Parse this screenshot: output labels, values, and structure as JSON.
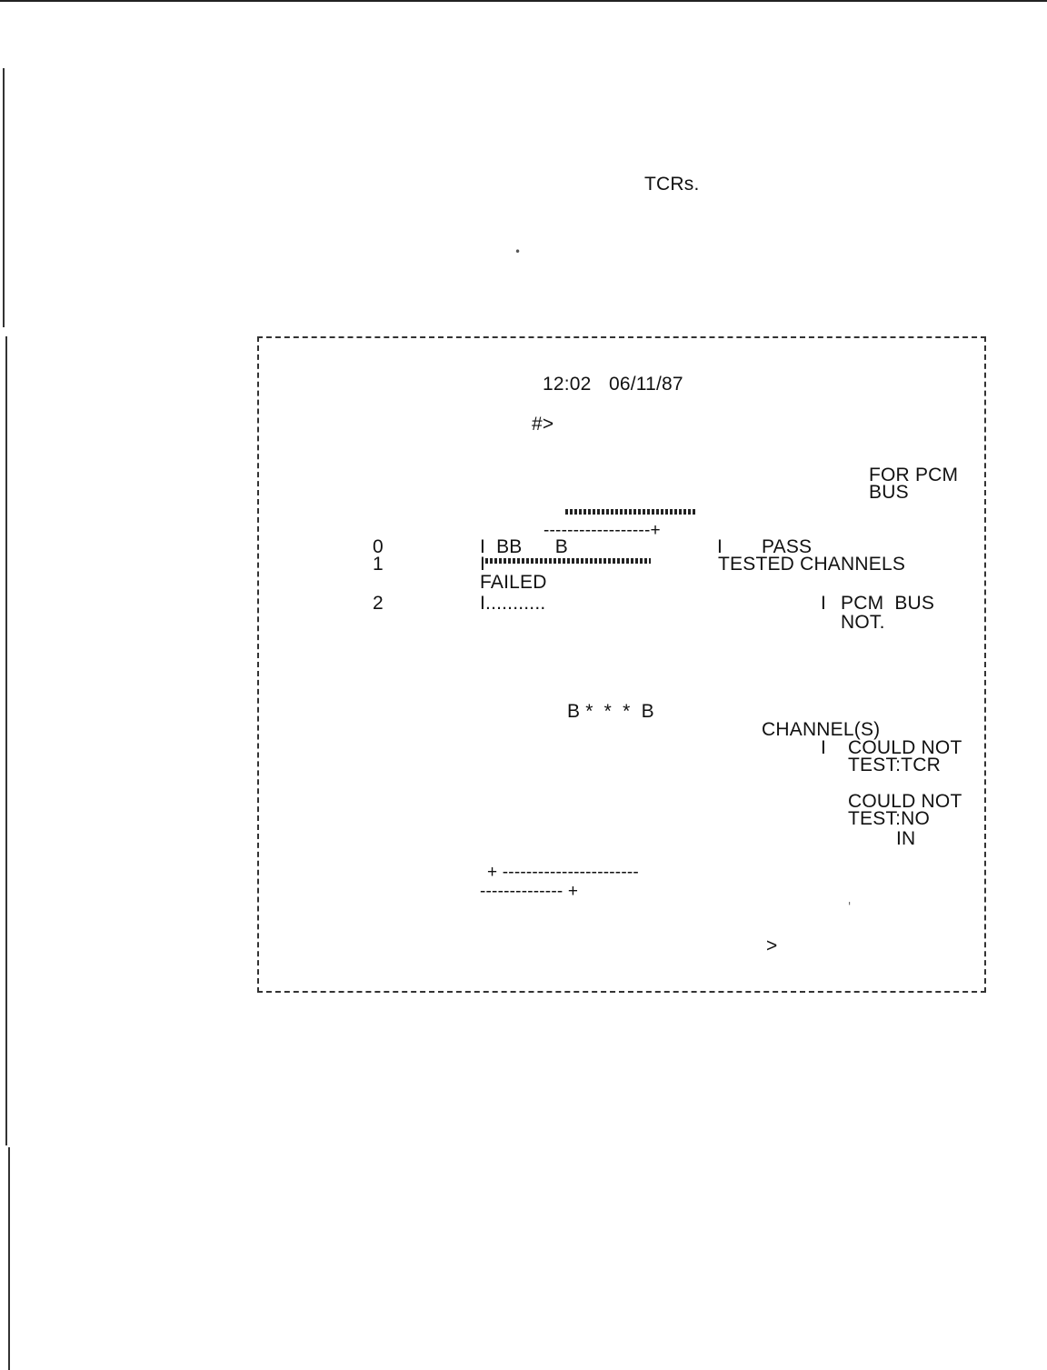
{
  "page": {
    "heading_fragment": "TCRs.",
    "screen": {
      "time": "12:02",
      "date": "06/11/87",
      "prompt": "#>",
      "legend_top": {
        "line1": "FOR PCM",
        "line2": "BUS"
      },
      "top_rule_end": "------------------+",
      "rows": [
        {
          "num": "0",
          "bar": "I  BB      B",
          "right_bar": "I",
          "status": "PASS"
        },
        {
          "num": "1",
          "bar": "I",
          "status": "TESTED CHANNELS",
          "status2": "FAILED"
        },
        {
          "num": "2",
          "bar": "I...........",
          "right_bar": "I",
          "status": "PCM  BUS",
          "status2": "NOT."
        }
      ],
      "marker_line": "B *  *  *  B",
      "legend_mid": {
        "line1": "CHANNEL(S)",
        "bar": "I",
        "line2": "COULD NOT",
        "line3": "TEST:TCR"
      },
      "legend_low": {
        "line1": "COULD NOT",
        "line2": "TEST:NO",
        "line3": "IN"
      },
      "bottom_rule_1": "+ -----------------------",
      "bottom_rule_2": "-------------- +",
      "end_prompt": ">"
    }
  }
}
